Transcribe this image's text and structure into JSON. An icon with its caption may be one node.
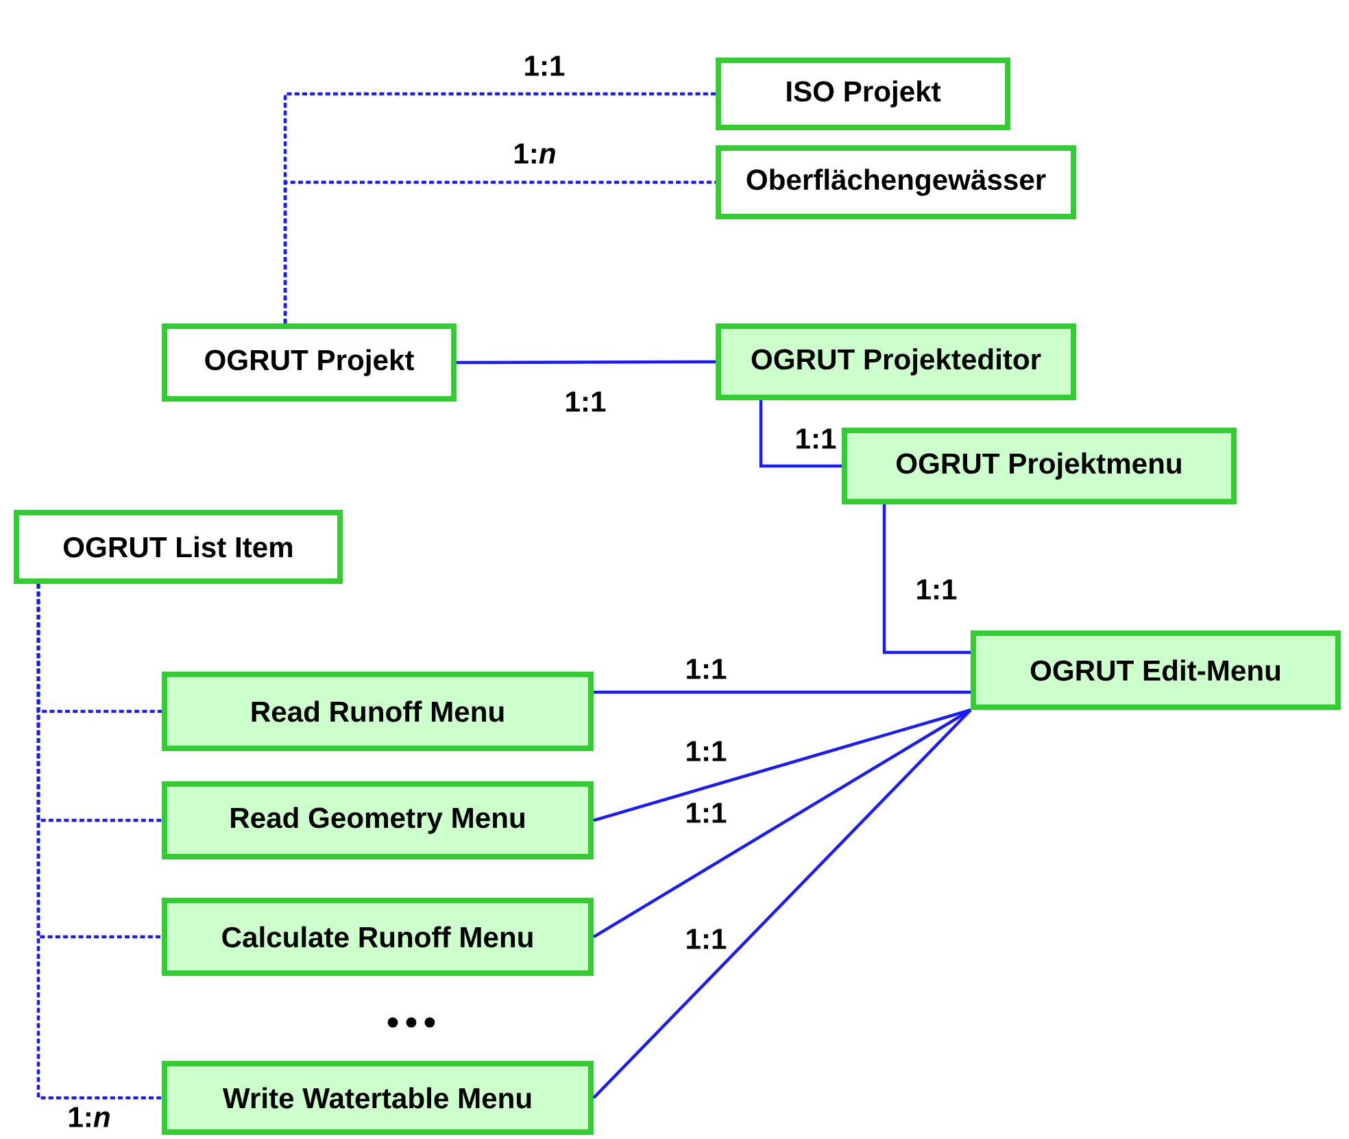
{
  "diagram": {
    "nodes": [
      {
        "text": [
          "ISO Projekt"
        ]
      },
      {
        "text": [
          "Oberflächengewässer"
        ]
      },
      {
        "text": [
          "OGRUT Projekt"
        ]
      },
      {
        "text": [
          "OGRUT Projekteditor"
        ]
      },
      {
        "text": [
          "OGRUT Projektmenu"
        ]
      },
      {
        "text": [
          "OGRUT List Item"
        ]
      },
      {
        "text": [
          "OGRUT Edit-Menu"
        ]
      },
      {
        "text": [
          "Read Runoff Menu"
        ]
      },
      {
        "text": [
          "Read Geometry Menu"
        ]
      },
      {
        "text": [
          "Calculate Runoff Menu"
        ]
      },
      {
        "text": [
          "Write Watertable Menu"
        ]
      }
    ],
    "edges": [
      {
        "from": 2,
        "to": 0,
        "arrow": "none",
        "label": "1:1",
        "style": "dashed"
      },
      {
        "from": 2,
        "to": 1,
        "arrow": "none",
        "label": "1:*n*",
        "style": "dashed"
      },
      {
        "from": 2,
        "to": 3,
        "arrow": "none",
        "label": "1:1"
      },
      {
        "from": 3,
        "to": 4,
        "arrow": "none",
        "label": "1:1"
      },
      {
        "from": 4,
        "to": 6,
        "arrow": "none",
        "label": "1:1"
      },
      {
        "from": 7,
        "to": 6,
        "arrow": "none",
        "label": "1:1"
      },
      {
        "from": 8,
        "to": 6,
        "arrow": "none",
        "label": "1:1"
      },
      {
        "from": 9,
        "to": 6,
        "arrow": "none",
        "label": "1:1"
      },
      {
        "from": 10,
        "to": 6,
        "arrow": "none",
        "label": "1:1"
      },
      {
        "from": 5,
        "to": 7,
        "arrow": "none",
        "style": "dashed"
      },
      {
        "from": 5,
        "to": 8,
        "arrow": "none",
        "style": "dashed"
      },
      {
        "from": 5,
        "to": 9,
        "arrow": "none",
        "style": "dashed"
      },
      {
        "from": 5,
        "to": 10,
        "arrow": "none",
        "label": "1:*n*",
        "style": "dashed"
      }
    ],
    "labels": [
      "•••"
    ]
  }
}
